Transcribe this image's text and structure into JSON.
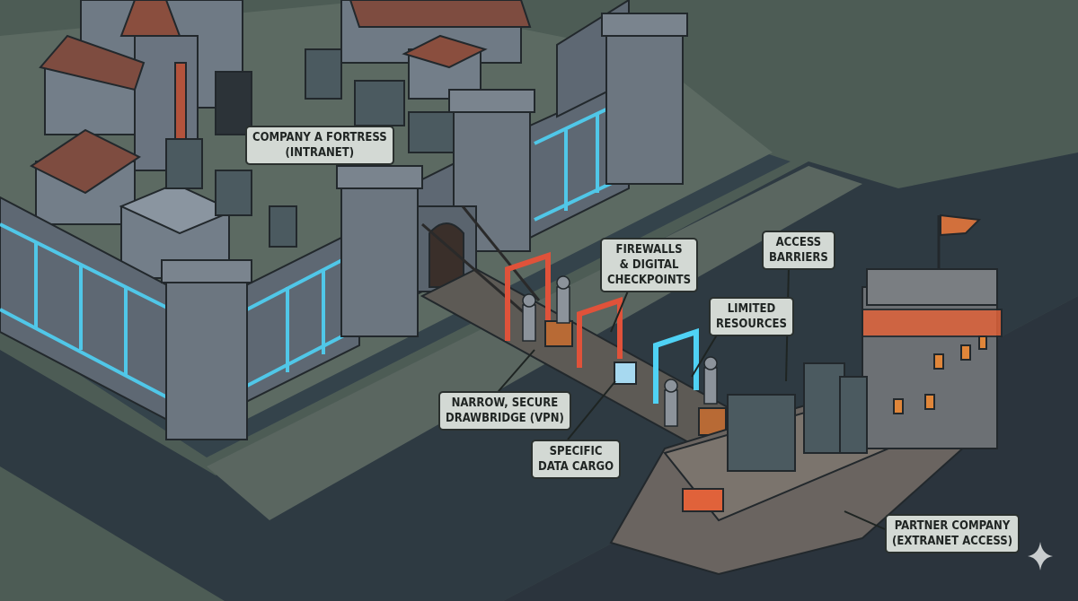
{
  "labels": {
    "fortress": [
      "COMPANY A FORTRESS",
      "(INTRANET)"
    ],
    "firewalls": [
      "FIREWALLS",
      "& DIGITAL",
      "CHECKPOINTS"
    ],
    "barriers": [
      "ACCESS",
      "BARRIERS"
    ],
    "resources": [
      "LIMITED",
      "RESOURCES"
    ],
    "drawbridge": [
      "NARROW, SECURE",
      "DRAWBRIDGE (VPN)"
    ],
    "cargo": [
      "SPECIFIC",
      "DATA CARGO"
    ],
    "partner": [
      "PARTNER COMPANY",
      "(EXTRANET ACCESS)"
    ]
  },
  "colors": {
    "ground": "#4d5c55",
    "moat": "#2c3840",
    "stone": "#6c7680",
    "glow": "#4fd2f5",
    "firewall": "#e0523a",
    "label_bg": "#d3d9d4"
  }
}
